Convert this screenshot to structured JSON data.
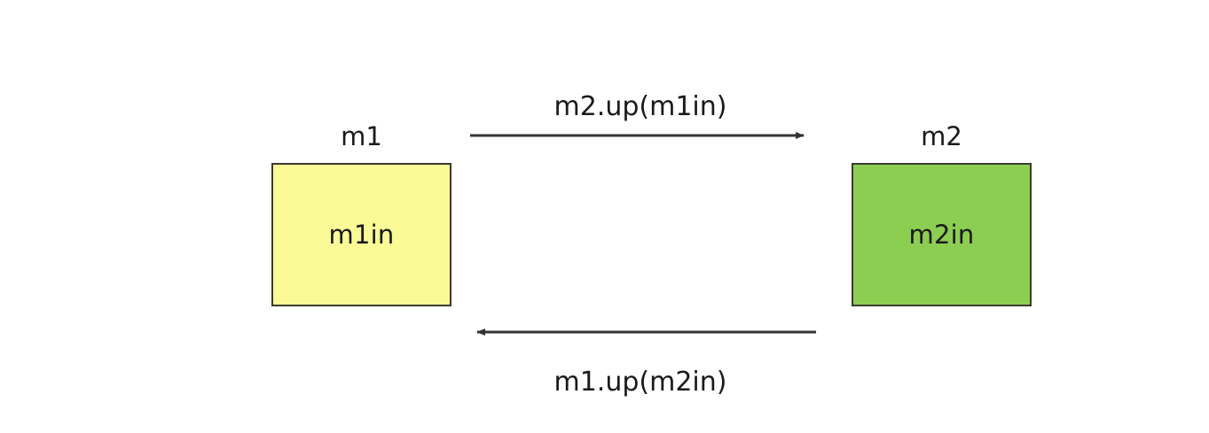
{
  "diagram": {
    "background_color": "#ffffff",
    "stroke_color": "#333333",
    "text_color": "#1a1a1a",
    "nodes": [
      {
        "id": "m1",
        "title": "m1",
        "inner_label": "m1in",
        "fill_color": "#fafa96",
        "border_color": "#3b3b32"
      },
      {
        "id": "m2",
        "title": "m2",
        "inner_label": "m2in",
        "fill_color": "#8cce52",
        "border_color": "#3b3b32"
      }
    ],
    "edges": [
      {
        "id": "m1-to-m2",
        "label": "m2.up(m1in)",
        "direction": "right",
        "from": "m1",
        "to": "m2"
      },
      {
        "id": "m2-to-m1",
        "label": "m1.up(m2in)",
        "direction": "left",
        "from": "m2",
        "to": "m1"
      }
    ]
  }
}
